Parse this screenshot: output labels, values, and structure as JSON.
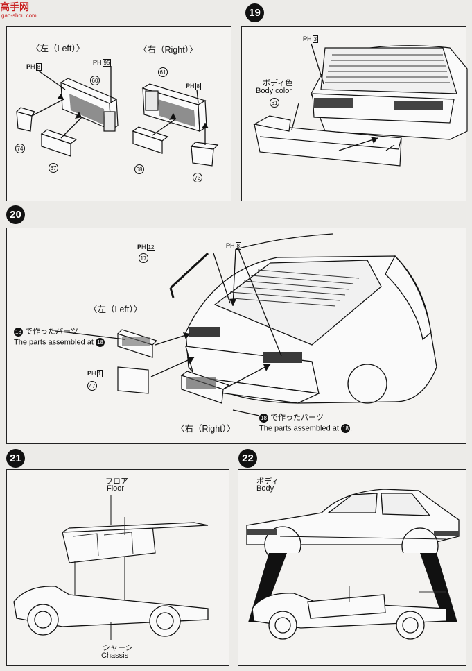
{
  "watermark": {
    "brand": "高手网",
    "url": "gao-shou.com"
  },
  "step18": {
    "left_label": "〈左（Left）〉",
    "right_label": "〈右（Right）〉",
    "ph_b8_left": "8",
    "ph_95": "95",
    "ph_b8_right": "8",
    "parts": [
      "60",
      "74",
      "67",
      "61",
      "68",
      "73"
    ]
  },
  "step19": {
    "number": "19",
    "ph_3": "3",
    "body_color_jp": "ボディ色",
    "body_color_en": "Body color",
    "part": "61"
  },
  "step20": {
    "number": "20",
    "ph_12": "12",
    "part17": "17",
    "ph_8": "8",
    "left_label": "〈左（Left）〉",
    "made_jp": "で作ったパーツ",
    "assembled_en": "The parts assembled at",
    "ref": "18",
    "ph_1": "1",
    "part47": "47",
    "right_label": "〈右（Right）〉"
  },
  "step21": {
    "number": "21",
    "floor_jp": "フロア",
    "floor_en": "Floor",
    "chassis_jp": "シャーシ",
    "chassis_en": "Chassis"
  },
  "step22": {
    "number": "22",
    "body_jp": "ボディ",
    "body_en": "Body"
  }
}
